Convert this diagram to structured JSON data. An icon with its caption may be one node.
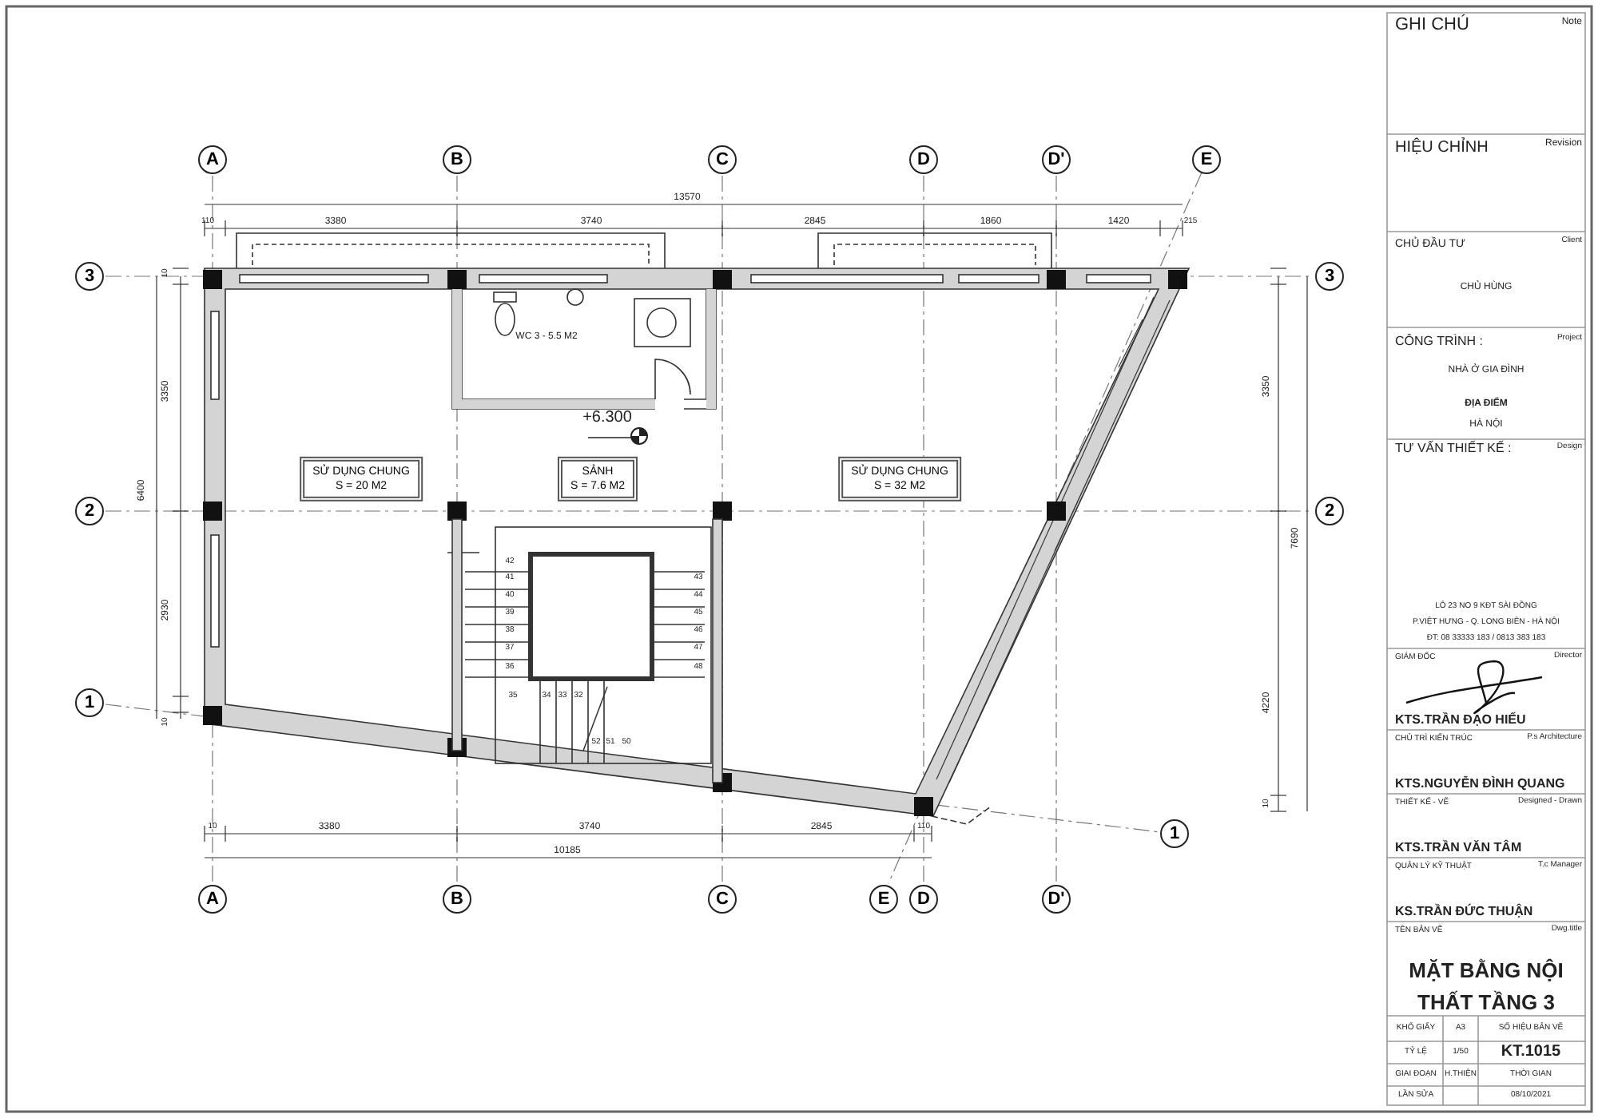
{
  "diagram": {
    "title": "MẶT BẰNG NỘI THẤT TẦNG 3",
    "nodes": [
      {
        "text": [
          "A"
        ]
      },
      {
        "text": [
          "B"
        ]
      },
      {
        "text": [
          "C"
        ]
      },
      {
        "text": [
          "D"
        ]
      },
      {
        "text": [
          "D'"
        ]
      },
      {
        "text": [
          "E"
        ]
      },
      {
        "text": [
          "3"
        ]
      },
      {
        "text": [
          "3"
        ]
      },
      {
        "text": [
          "SỬ DỤNG CHUNG",
          "S = 20 M2"
        ]
      },
      {
        "text": [
          "SẢNH",
          "S = 7.6 M2"
        ]
      },
      {
        "text": [
          "SỬ DỤNG CHUNG",
          "S = 32 M2"
        ]
      },
      {
        "text": [
          "2"
        ]
      },
      {
        "text": [
          "2"
        ]
      },
      {
        "text": [
          "1"
        ]
      },
      {
        "text": [
          "1"
        ]
      },
      {
        "text": [
          "A"
        ]
      },
      {
        "text": [
          "B"
        ]
      },
      {
        "text": [
          "C"
        ]
      },
      {
        "text": [
          "E"
        ]
      },
      {
        "text": [
          "D"
        ]
      },
      {
        "text": [
          "D'"
        ]
      }
    ],
    "labels": [
      "13570",
      "110",
      "3380",
      "3740",
      "2845",
      "1860",
      "1420",
      "215",
      "10",
      "3350",
      "6400",
      "2930",
      "10",
      "3350",
      "7690",
      "4220",
      "10",
      "WC 3 - 5.5 M2",
      "+6.300",
      "42",
      "41",
      "43",
      "40",
      "44",
      "39",
      "45",
      "38",
      "46",
      "37",
      "47",
      "36",
      "48",
      "35",
      "34",
      "33",
      "32",
      "52",
      "51",
      "50",
      "10",
      "3380",
      "3740",
      "2845",
      "110",
      "10185",
      "GHI CHÚ",
      "Note",
      "HIỆU CHỈNH",
      "Revision",
      "CHỦ ĐẦU TƯ",
      "Client",
      "CHỦ HÙNG",
      "CÔNG TRÌNH :",
      "Project",
      "NHÀ Ở GIA ĐÌNH",
      "ĐỊA ĐIỂM",
      "HÀ NỘI",
      "TƯ VẤN THIẾT KẾ :",
      "Design",
      "LÔ 23 NO 9 KĐT SÀI ĐỒNG",
      "P.VIỆT HƯNG - Q. LONG BIÊN - HÀ NỘI",
      "ĐT: 08 33333 183 / 0813 383 183",
      "GIÁM ĐỐC",
      "Director",
      "KTS.TRẦN ĐẠO HIẾU",
      "CHỦ TRÌ KIẾN TRÚC",
      "P.s Architecture",
      "KTS.NGUYỄN ĐÌNH QUANG",
      "THIẾT KẾ - VẼ",
      "Designed - Drawn",
      "KTS.TRẦN VĂN TÂM",
      "QUẢN LÝ KỸ THUẬT",
      "T.c Manager",
      "KS.TRẦN ĐỨC THUẬN",
      "TÊN BẢN VẼ",
      "Dwg.title",
      "KHỔ GIẤY",
      "A3",
      "SỐ HIỆU BẢN VẼ",
      "TỶ LỆ",
      "1/50",
      "KT.1015",
      "GIAI ĐOẠN",
      "H.THIỆN",
      "THỜI GIAN",
      "LẦN SỬA",
      "08/10/2021"
    ]
  }
}
